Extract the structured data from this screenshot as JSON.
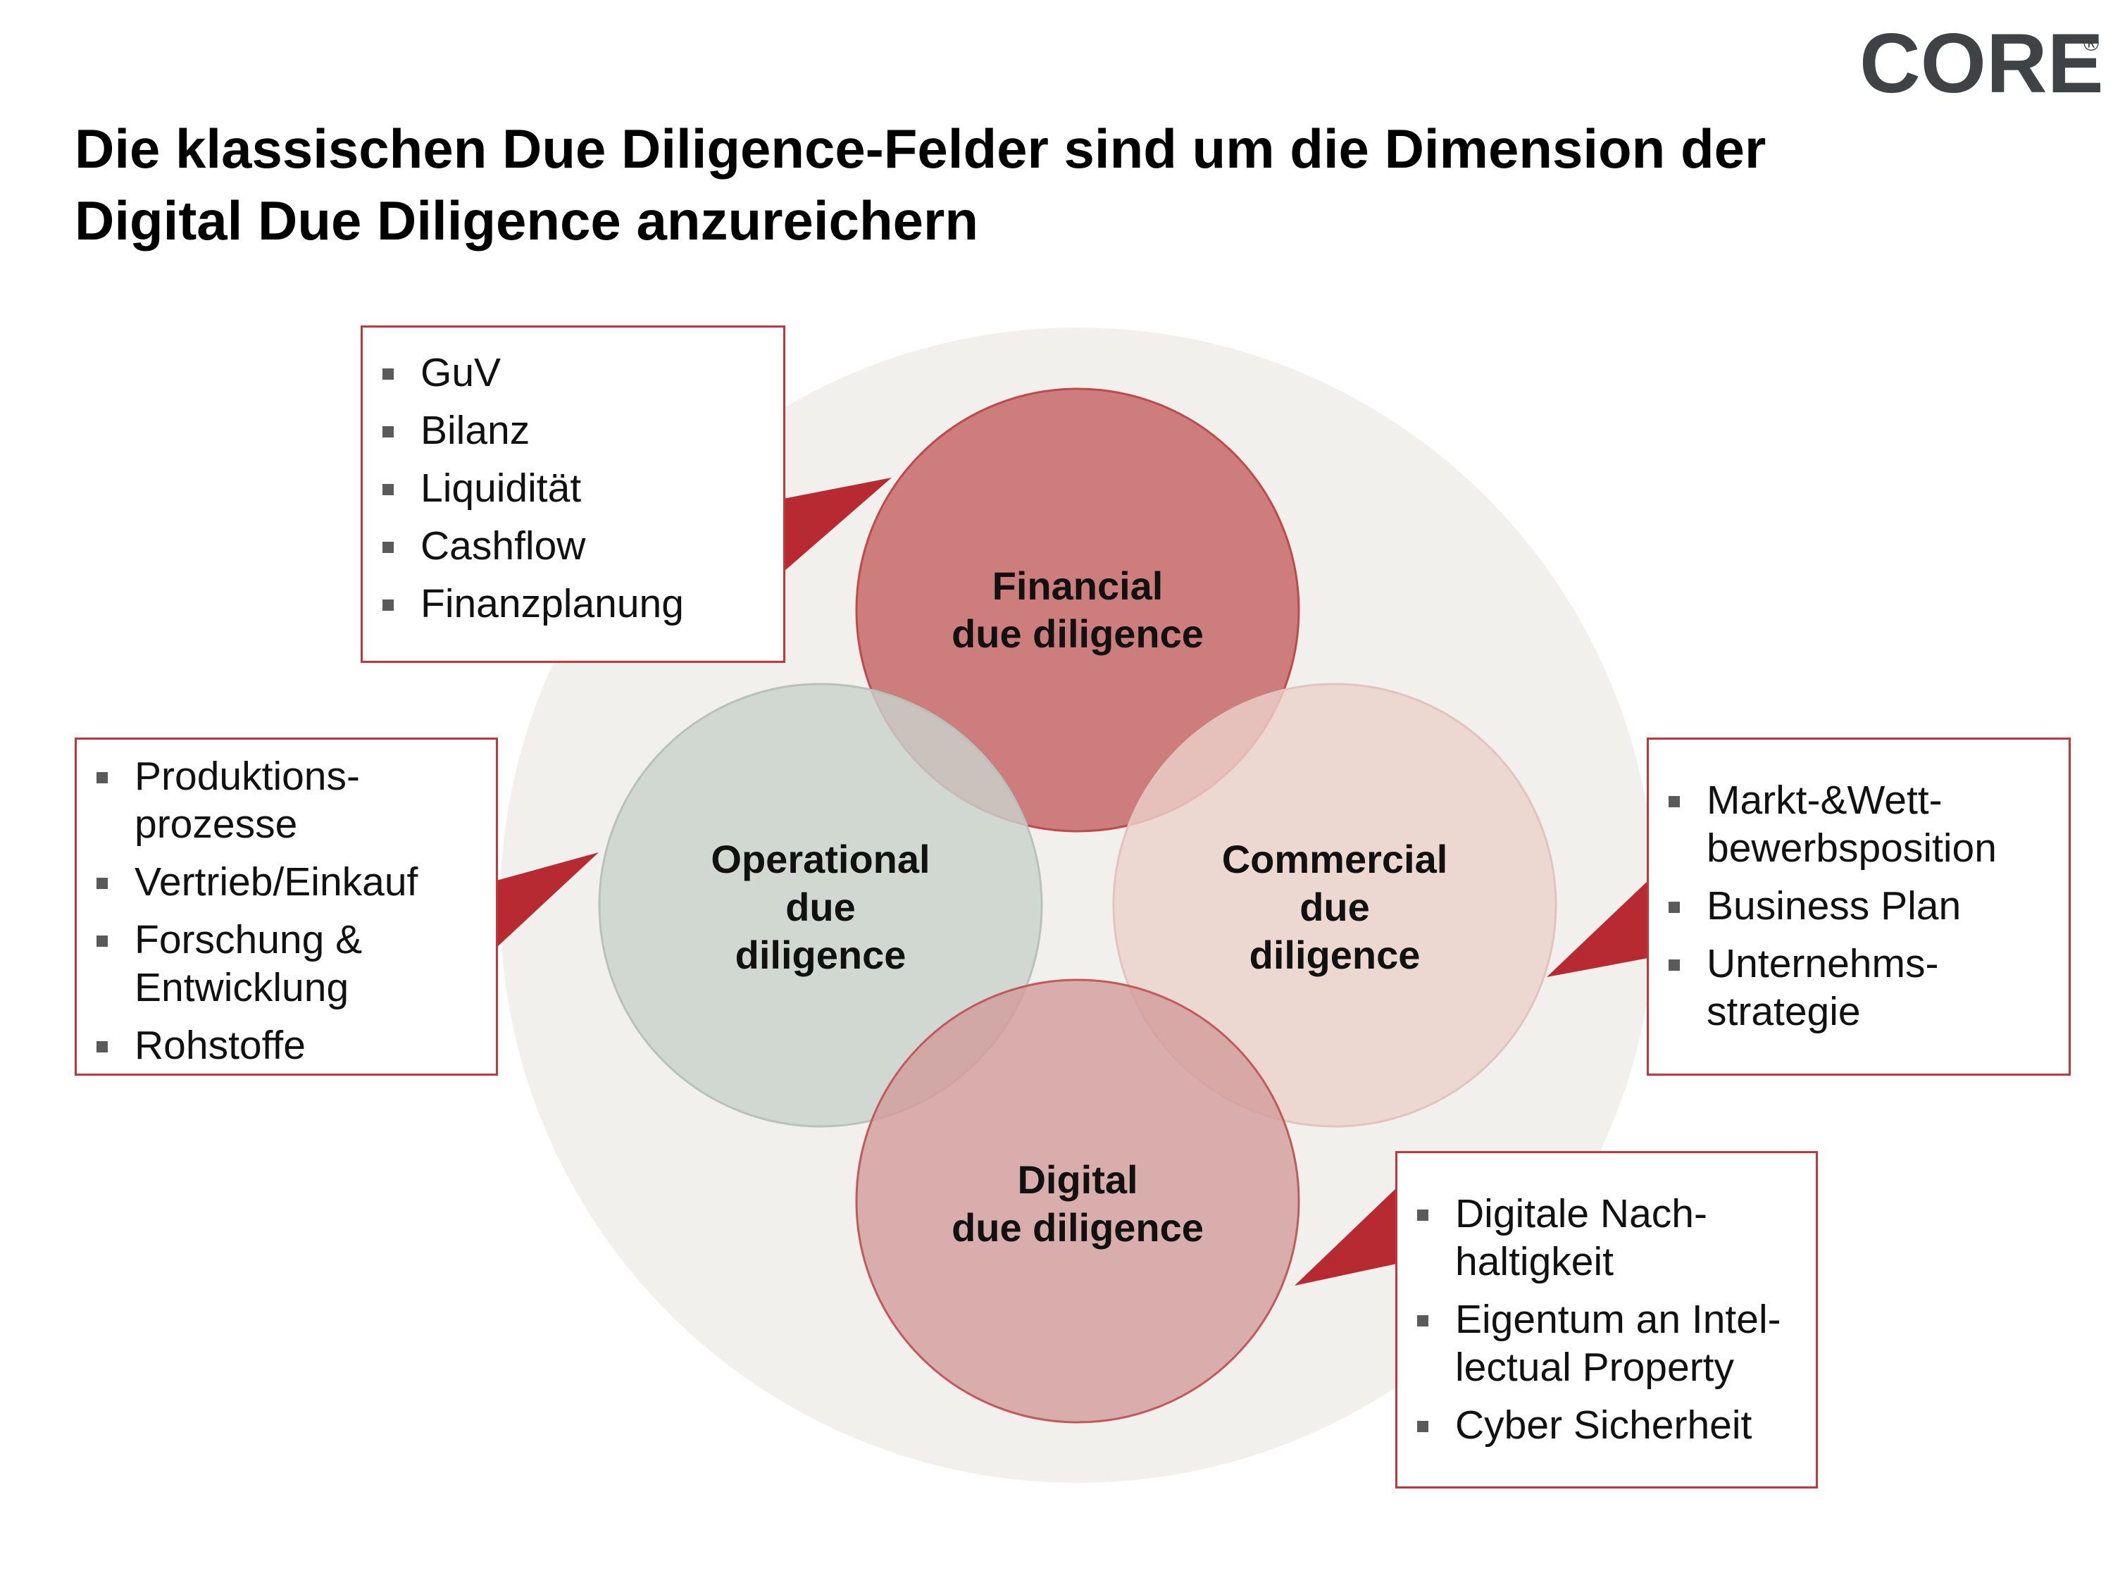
{
  "logo": {
    "text": "CORE",
    "mark": "®"
  },
  "title": {
    "line1": "Die klassischen Due Diligence-Felder sind um die Dimension der",
    "line2": "Digital Due Diligence anzureichern"
  },
  "colors": {
    "accent_red": "#b82a32",
    "financial_circle": "#c9706f",
    "digital_circle": "#d5a3a2",
    "commercial_circle": "#ecd4cf",
    "operational_circle": "#cfd7d0",
    "background_disc": "#f1f0ec"
  },
  "circles": {
    "financial": {
      "line1": "Financial",
      "line2": "due diligence"
    },
    "operational": {
      "line1": "Operational",
      "line2": "due",
      "line3": "diligence"
    },
    "commercial": {
      "line1": "Commercial",
      "line2": "due",
      "line3": "diligence"
    },
    "digital": {
      "line1": "Digital",
      "line2": "due diligence"
    }
  },
  "boxes": {
    "financial": {
      "items": [
        "GuV",
        "Bilanz",
        "Liquidität",
        "Cashflow",
        "Finanzplanung"
      ]
    },
    "operational": {
      "items": [
        {
          "line1": "Produktions-",
          "line2": "prozesse"
        },
        {
          "line1": "Vertrieb/Einkauf"
        },
        {
          "line1": "Forschung &",
          "line2": "Entwicklung"
        },
        {
          "line1": "Rohstoffe"
        }
      ]
    },
    "commercial": {
      "items": [
        {
          "line1": "Markt-&Wett-",
          "line2": "bewerbsposition"
        },
        {
          "line1": "Business Plan"
        },
        {
          "line1": "Unternehms-",
          "line2": "strategie"
        }
      ]
    },
    "digital": {
      "items": [
        {
          "line1": "Digitale Nach-",
          "line2": "haltigkeit"
        },
        {
          "line1": "Eigentum an Intel-",
          "line2": "lectual Property"
        },
        {
          "line1": "Cyber Sicherheit"
        }
      ]
    }
  }
}
